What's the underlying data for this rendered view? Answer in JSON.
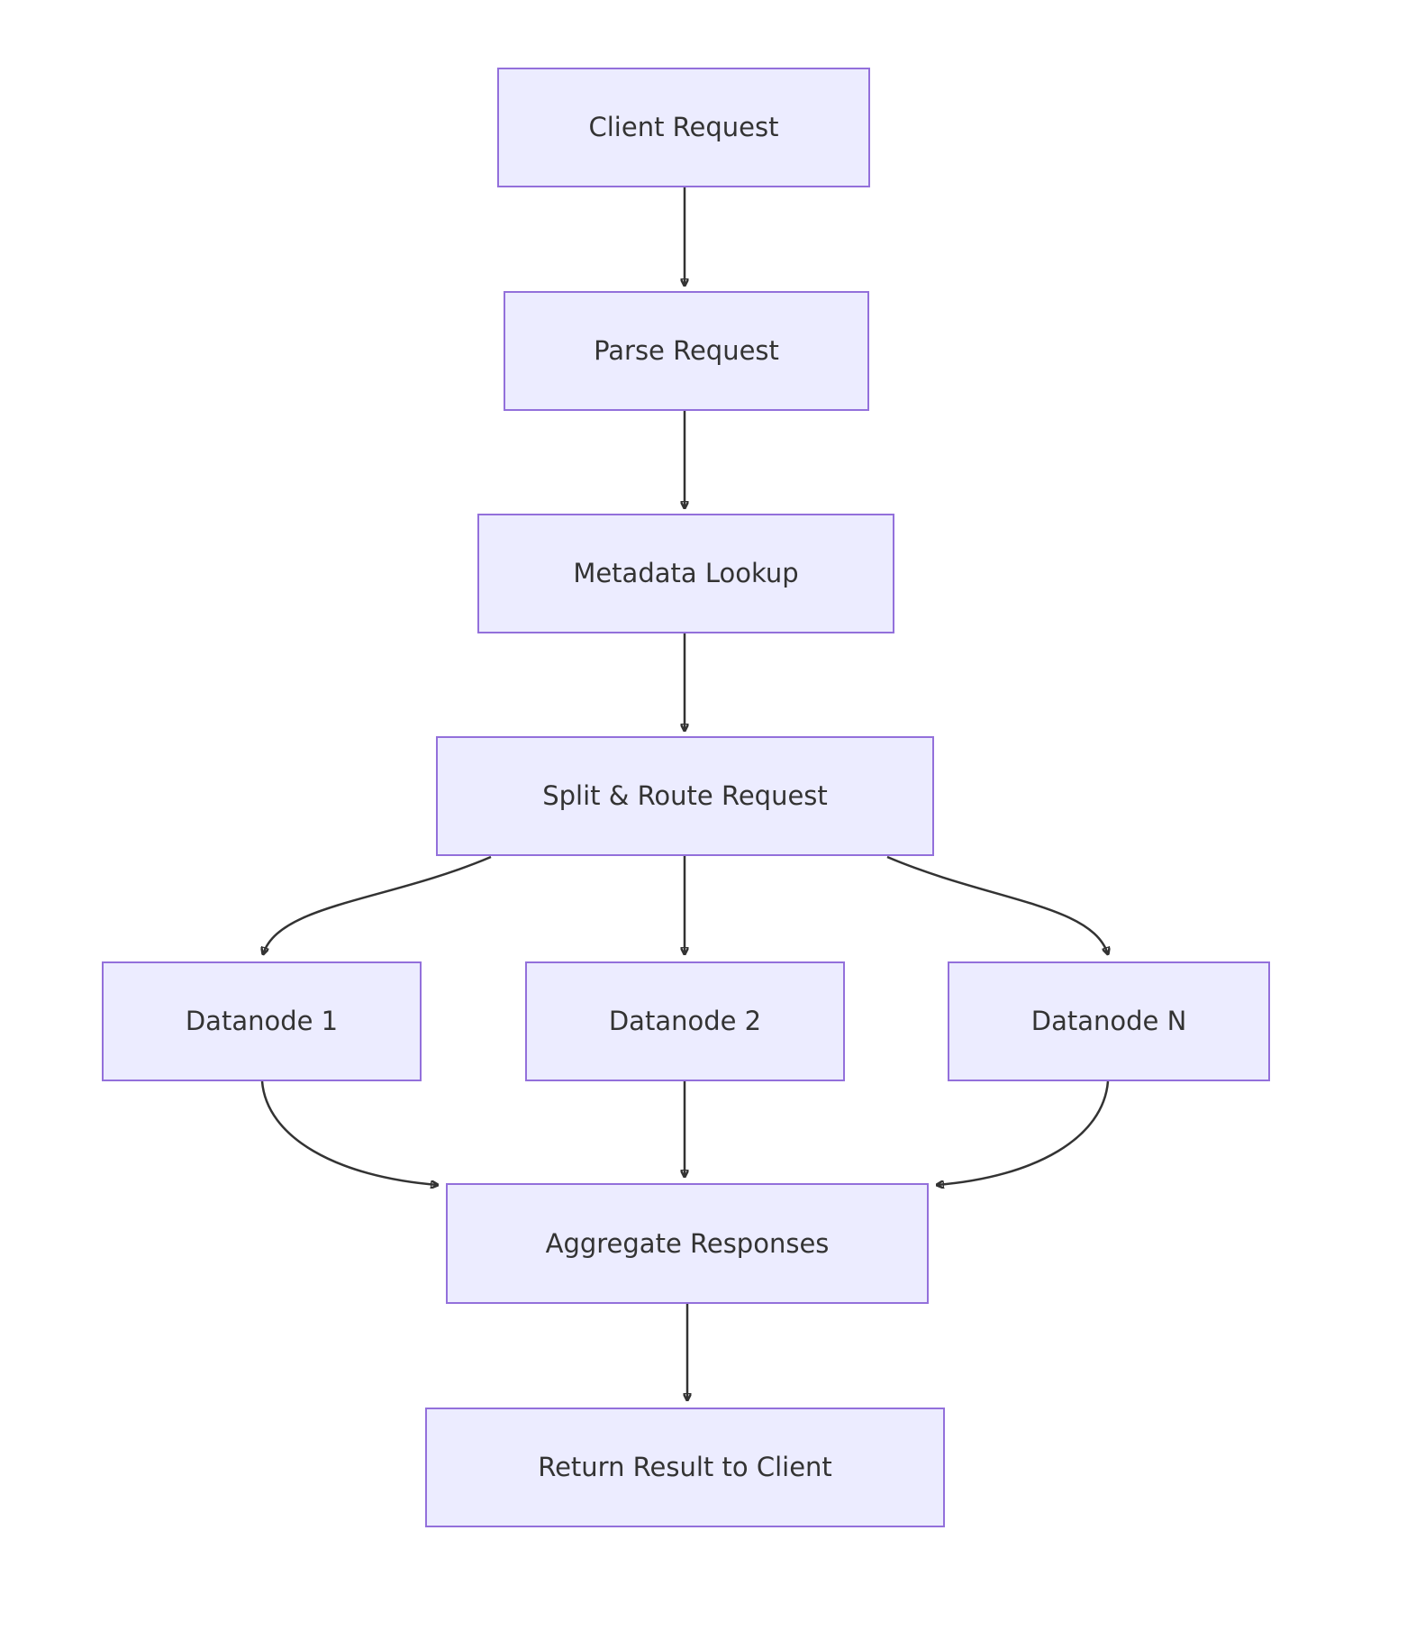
{
  "diagram": {
    "type": "flowchart",
    "direction": "top-down",
    "colors": {
      "node_fill": "#ECECFF",
      "node_border": "#9370DB",
      "edge": "#333333",
      "text": "#333333",
      "background": "#FFFFFF"
    },
    "nodes": [
      {
        "id": "client_request",
        "label": "Client Request"
      },
      {
        "id": "parse_request",
        "label": "Parse Request"
      },
      {
        "id": "metadata_lookup",
        "label": "Metadata Lookup"
      },
      {
        "id": "split_route",
        "label": "Split & Route Request"
      },
      {
        "id": "datanode_1",
        "label": "Datanode 1"
      },
      {
        "id": "datanode_2",
        "label": "Datanode 2"
      },
      {
        "id": "datanode_n",
        "label": "Datanode N"
      },
      {
        "id": "aggregate",
        "label": "Aggregate Responses"
      },
      {
        "id": "return_result",
        "label": "Return Result to Client"
      }
    ],
    "edges": [
      {
        "from": "client_request",
        "to": "parse_request"
      },
      {
        "from": "parse_request",
        "to": "metadata_lookup"
      },
      {
        "from": "metadata_lookup",
        "to": "split_route"
      },
      {
        "from": "split_route",
        "to": "datanode_1"
      },
      {
        "from": "split_route",
        "to": "datanode_2"
      },
      {
        "from": "split_route",
        "to": "datanode_n"
      },
      {
        "from": "datanode_1",
        "to": "aggregate"
      },
      {
        "from": "datanode_2",
        "to": "aggregate"
      },
      {
        "from": "datanode_n",
        "to": "aggregate"
      },
      {
        "from": "aggregate",
        "to": "return_result"
      }
    ]
  }
}
